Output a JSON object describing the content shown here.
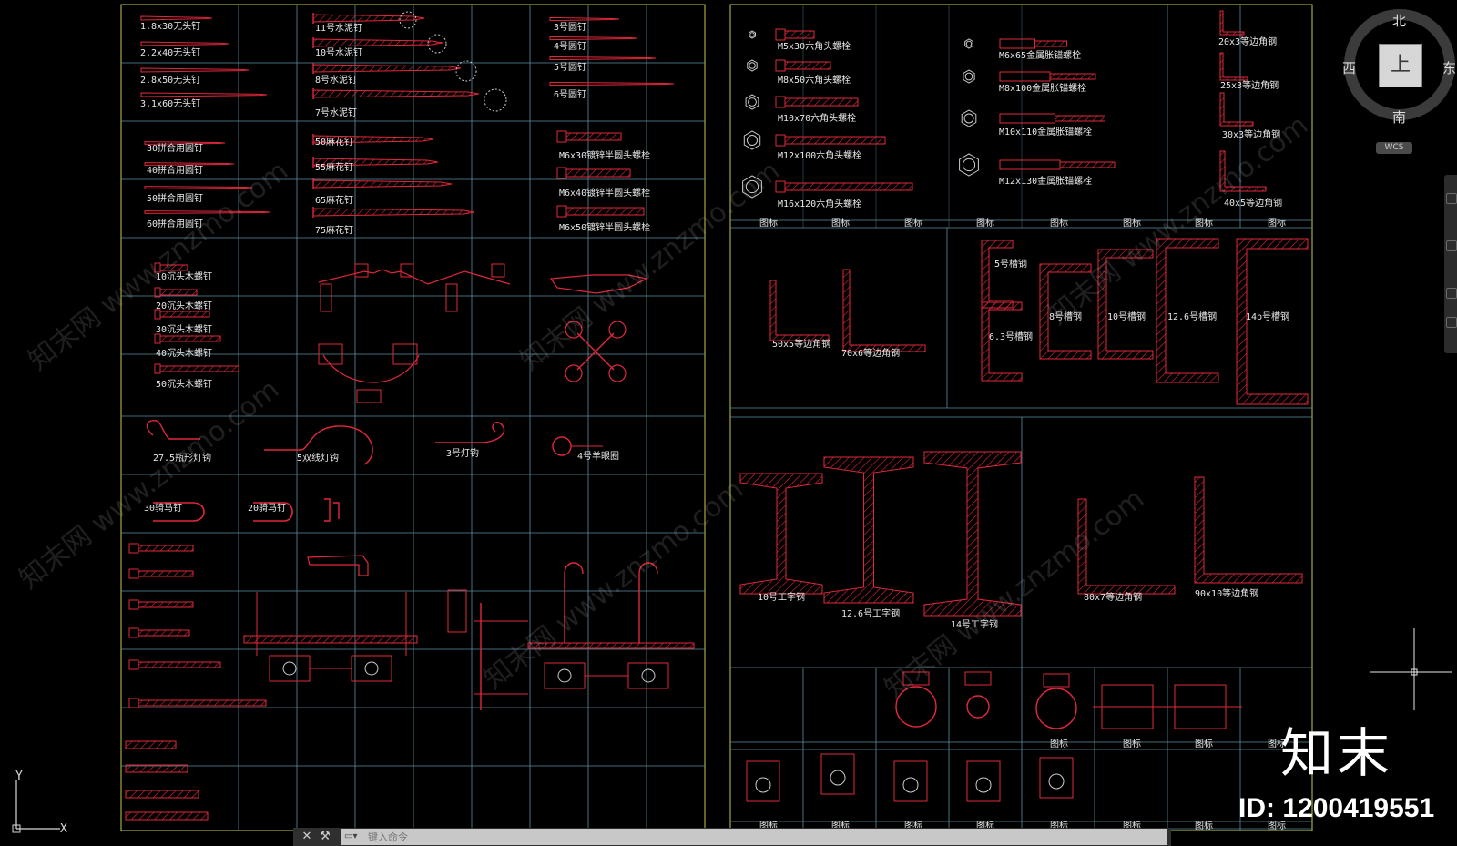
{
  "app": {
    "title": "AutoCAD"
  },
  "viewcube": {
    "north": "北",
    "south": "南",
    "west": "西",
    "east": "东",
    "face": "上",
    "wcs": "WCS"
  },
  "command_line": {
    "placeholder": "键入命令",
    "close_icon": "close-icon",
    "settings_icon": "wrench-icon",
    "prompt_icon": "command-prompt-icon"
  },
  "ucs": {
    "x": "X",
    "y": "Y"
  },
  "watermark": {
    "brand": "知末",
    "id": "ID: 1200419551",
    "site": "知末网 www.znzmo.com"
  },
  "left_sheet": {
    "nails": [
      "1.8x30无头钉",
      "2.2x40无头钉",
      "2.8x50无头钉",
      "3.1x60无头钉"
    ],
    "cement_nails": [
      "11号水泥钉",
      "10号水泥钉",
      "8号水泥钉",
      "7号水泥钉"
    ],
    "round_nails": [
      "3号圆钉",
      "4号圆钉",
      "5号圆钉",
      "6号圆钉"
    ],
    "combo_nails": [
      "30拼合用圆钉",
      "40拼合用圆钉",
      "50拼合用圆钉",
      "60拼合用圆钉"
    ],
    "twist_nails": [
      "50麻花钉",
      "55麻花钉",
      "65麻花钉",
      "75麻花钉"
    ],
    "pan_bolts": [
      "M6x30镀锌半圆头螺栓",
      "M6x40镀锌半圆头螺栓",
      "M6x50镀锌半圆头螺栓"
    ],
    "wood_screws": [
      "10沉头木螺钉",
      "20沉头木螺钉",
      "30沉头木螺钉",
      "40沉头木螺钉",
      "50沉头木螺钉"
    ],
    "hooks": [
      "27.5瓶形灯钩",
      "5双线灯钩",
      "3号灯钩",
      "4号羊眼圈"
    ],
    "u_nails": [
      "30骑马钉",
      "20骑马钉"
    ]
  },
  "right_sheet": {
    "hex_bolts": [
      "M5x30六角头螺栓",
      "M8x50六角头螺栓",
      "M10x70六角头螺栓",
      "M12x100六角头螺栓",
      "M16x120六角头螺栓"
    ],
    "expansion_bolts": [
      "M6x65金属胀锚螺栓",
      "M8x100金属胀锚螺栓",
      "M10x110金属胀锚螺栓",
      "M12x130金属胀锚螺栓"
    ],
    "angles_small": [
      "20x3等边角钢",
      "25x3等边角钢",
      "30x3等边角钢",
      "40x5等边角钢"
    ],
    "legend_label": "图标",
    "angles_mid": [
      "50x5等边角钢",
      "70x6等边角钢"
    ],
    "channels": [
      "5号槽钢",
      "6.3号槽钢",
      "8号槽钢",
      "10号槽钢",
      "12.6号槽钢",
      "14b号槽钢"
    ],
    "i_beams": [
      "10号工字钢",
      "12.6号工字钢",
      "14号工字钢"
    ],
    "angles_large": [
      "80x7等边角钢",
      "90x10等边角钢"
    ]
  },
  "colors": {
    "background": "#000000",
    "grid": "#5a8ea0",
    "frame": "#c8c84a",
    "geometry": "#e0283c",
    "text": "#e8e8e8"
  }
}
